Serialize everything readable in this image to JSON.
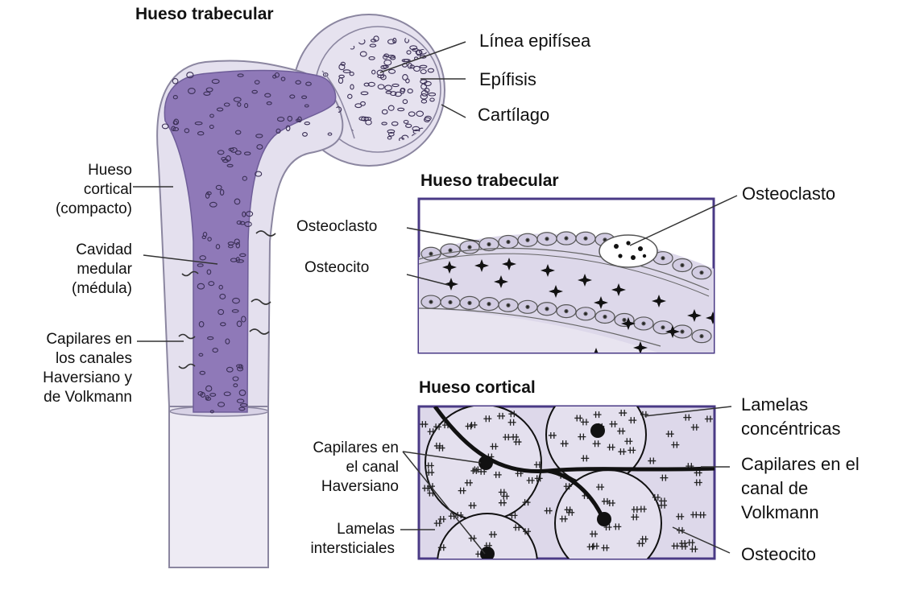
{
  "titles": {
    "top": "Hueso trabecular",
    "panel_trabecular": "Hueso trabecular",
    "panel_cortical": "Hueso cortical"
  },
  "labels": {
    "linea_epifisea": "Línea epifísea",
    "epifisis": "Epífisis",
    "cartilago": "Cartílago",
    "hueso_cortical": "Hueso\ncortical\n(compacto)",
    "cavidad_medular": "Cavidad\nmedular\n(médula)",
    "capilares_canales": "Capilares en\nlos canales\nHaversiano y\nde Volkmann",
    "osteoclasto_big": "Osteoclasto",
    "osteoclasto_small": "Osteoclasto",
    "osteocito_small": "Osteocito",
    "lamelas_concentricas": "Lamelas\nconcéntricas",
    "capilares_volkmann": "Capilares en el\ncanal de\nVolkmann",
    "capilares_haversiano": "Capilares en\nel canal\nHaversiano",
    "lamelas_intersticiales": "Lamelas\nintersticiales",
    "osteocito_big": "Osteocito"
  },
  "colors": {
    "bone_light": "#e4e0ee",
    "bone_outline": "#8b86a0",
    "marrow": "#8f79b8",
    "panel_border": "#4a3a86",
    "panel_fill": "#ddd8ea",
    "ink": "#111111"
  }
}
